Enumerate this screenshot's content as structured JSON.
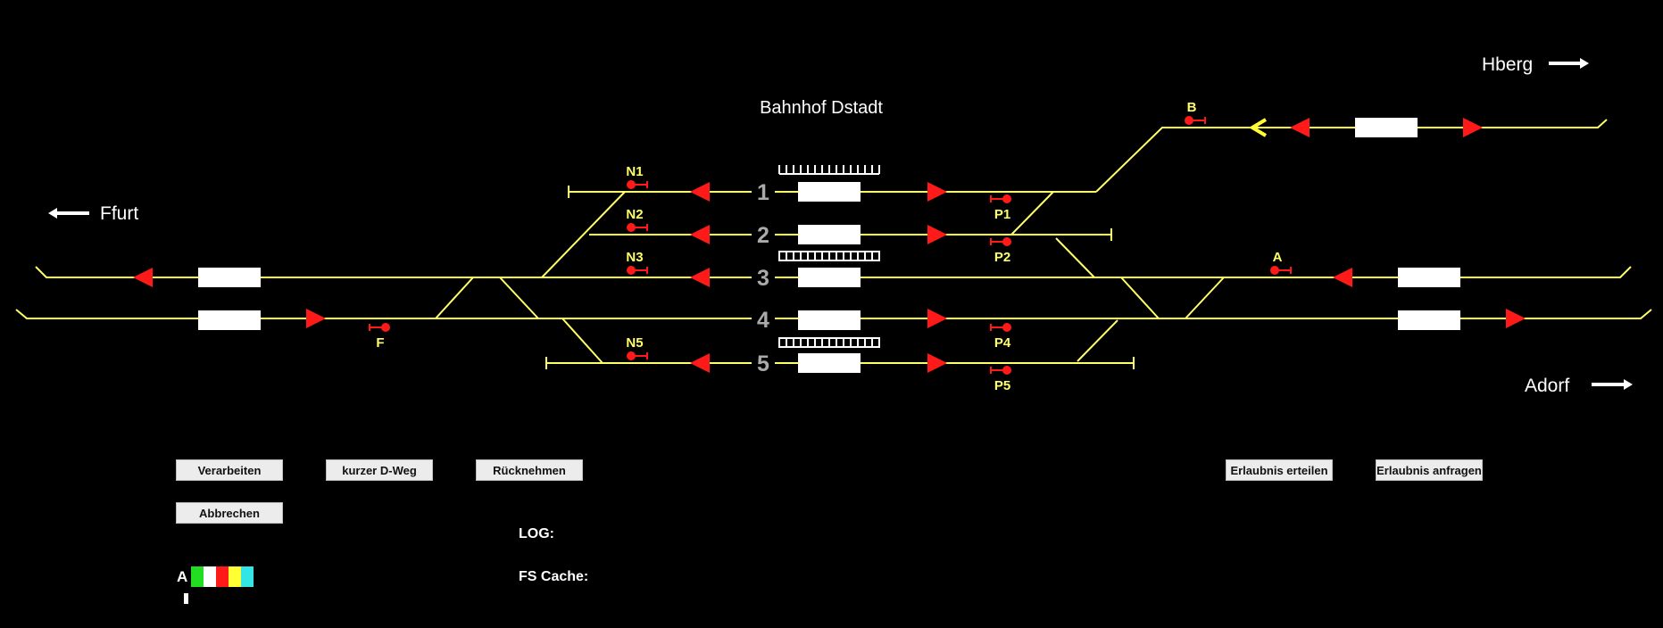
{
  "station": {
    "title": "Bahnhof Dstadt"
  },
  "directions": {
    "ffurt": "Ffurt",
    "hberg": "Hberg",
    "adorf": "Adorf"
  },
  "tracks": [
    "1",
    "2",
    "3",
    "4",
    "5"
  ],
  "signals": {
    "N1": "N1",
    "N2": "N2",
    "N3": "N3",
    "N5": "N5",
    "P1": "P1",
    "P2": "P2",
    "P4": "P4",
    "P5": "P5",
    "A": "A",
    "B": "B",
    "F": "F"
  },
  "buttons": {
    "verarbeiten": "Verarbeiten",
    "kurzer_dweg": "kurzer D-Weg",
    "ruecknehmen": "Rücknehmen",
    "abbrechen": "Abbrechen",
    "erlaubnis_erteilen": "Erlaubnis erteilen",
    "erlaubnis_anfragen": "Erlaubnis anfragen"
  },
  "log": {
    "label": "LOG:"
  },
  "fs_cache": {
    "label": "FS Cache:"
  },
  "legend": {
    "letter": "A"
  },
  "colors": {
    "track": "#ffff66",
    "signal_red": "#ff1a1a",
    "label_yellow": "#ffff66",
    "track_number": "#aaaaaa",
    "swatches": [
      "#22dd22",
      "#ffffff",
      "#ff1a1a",
      "#ffff33",
      "#33e5e5"
    ]
  }
}
